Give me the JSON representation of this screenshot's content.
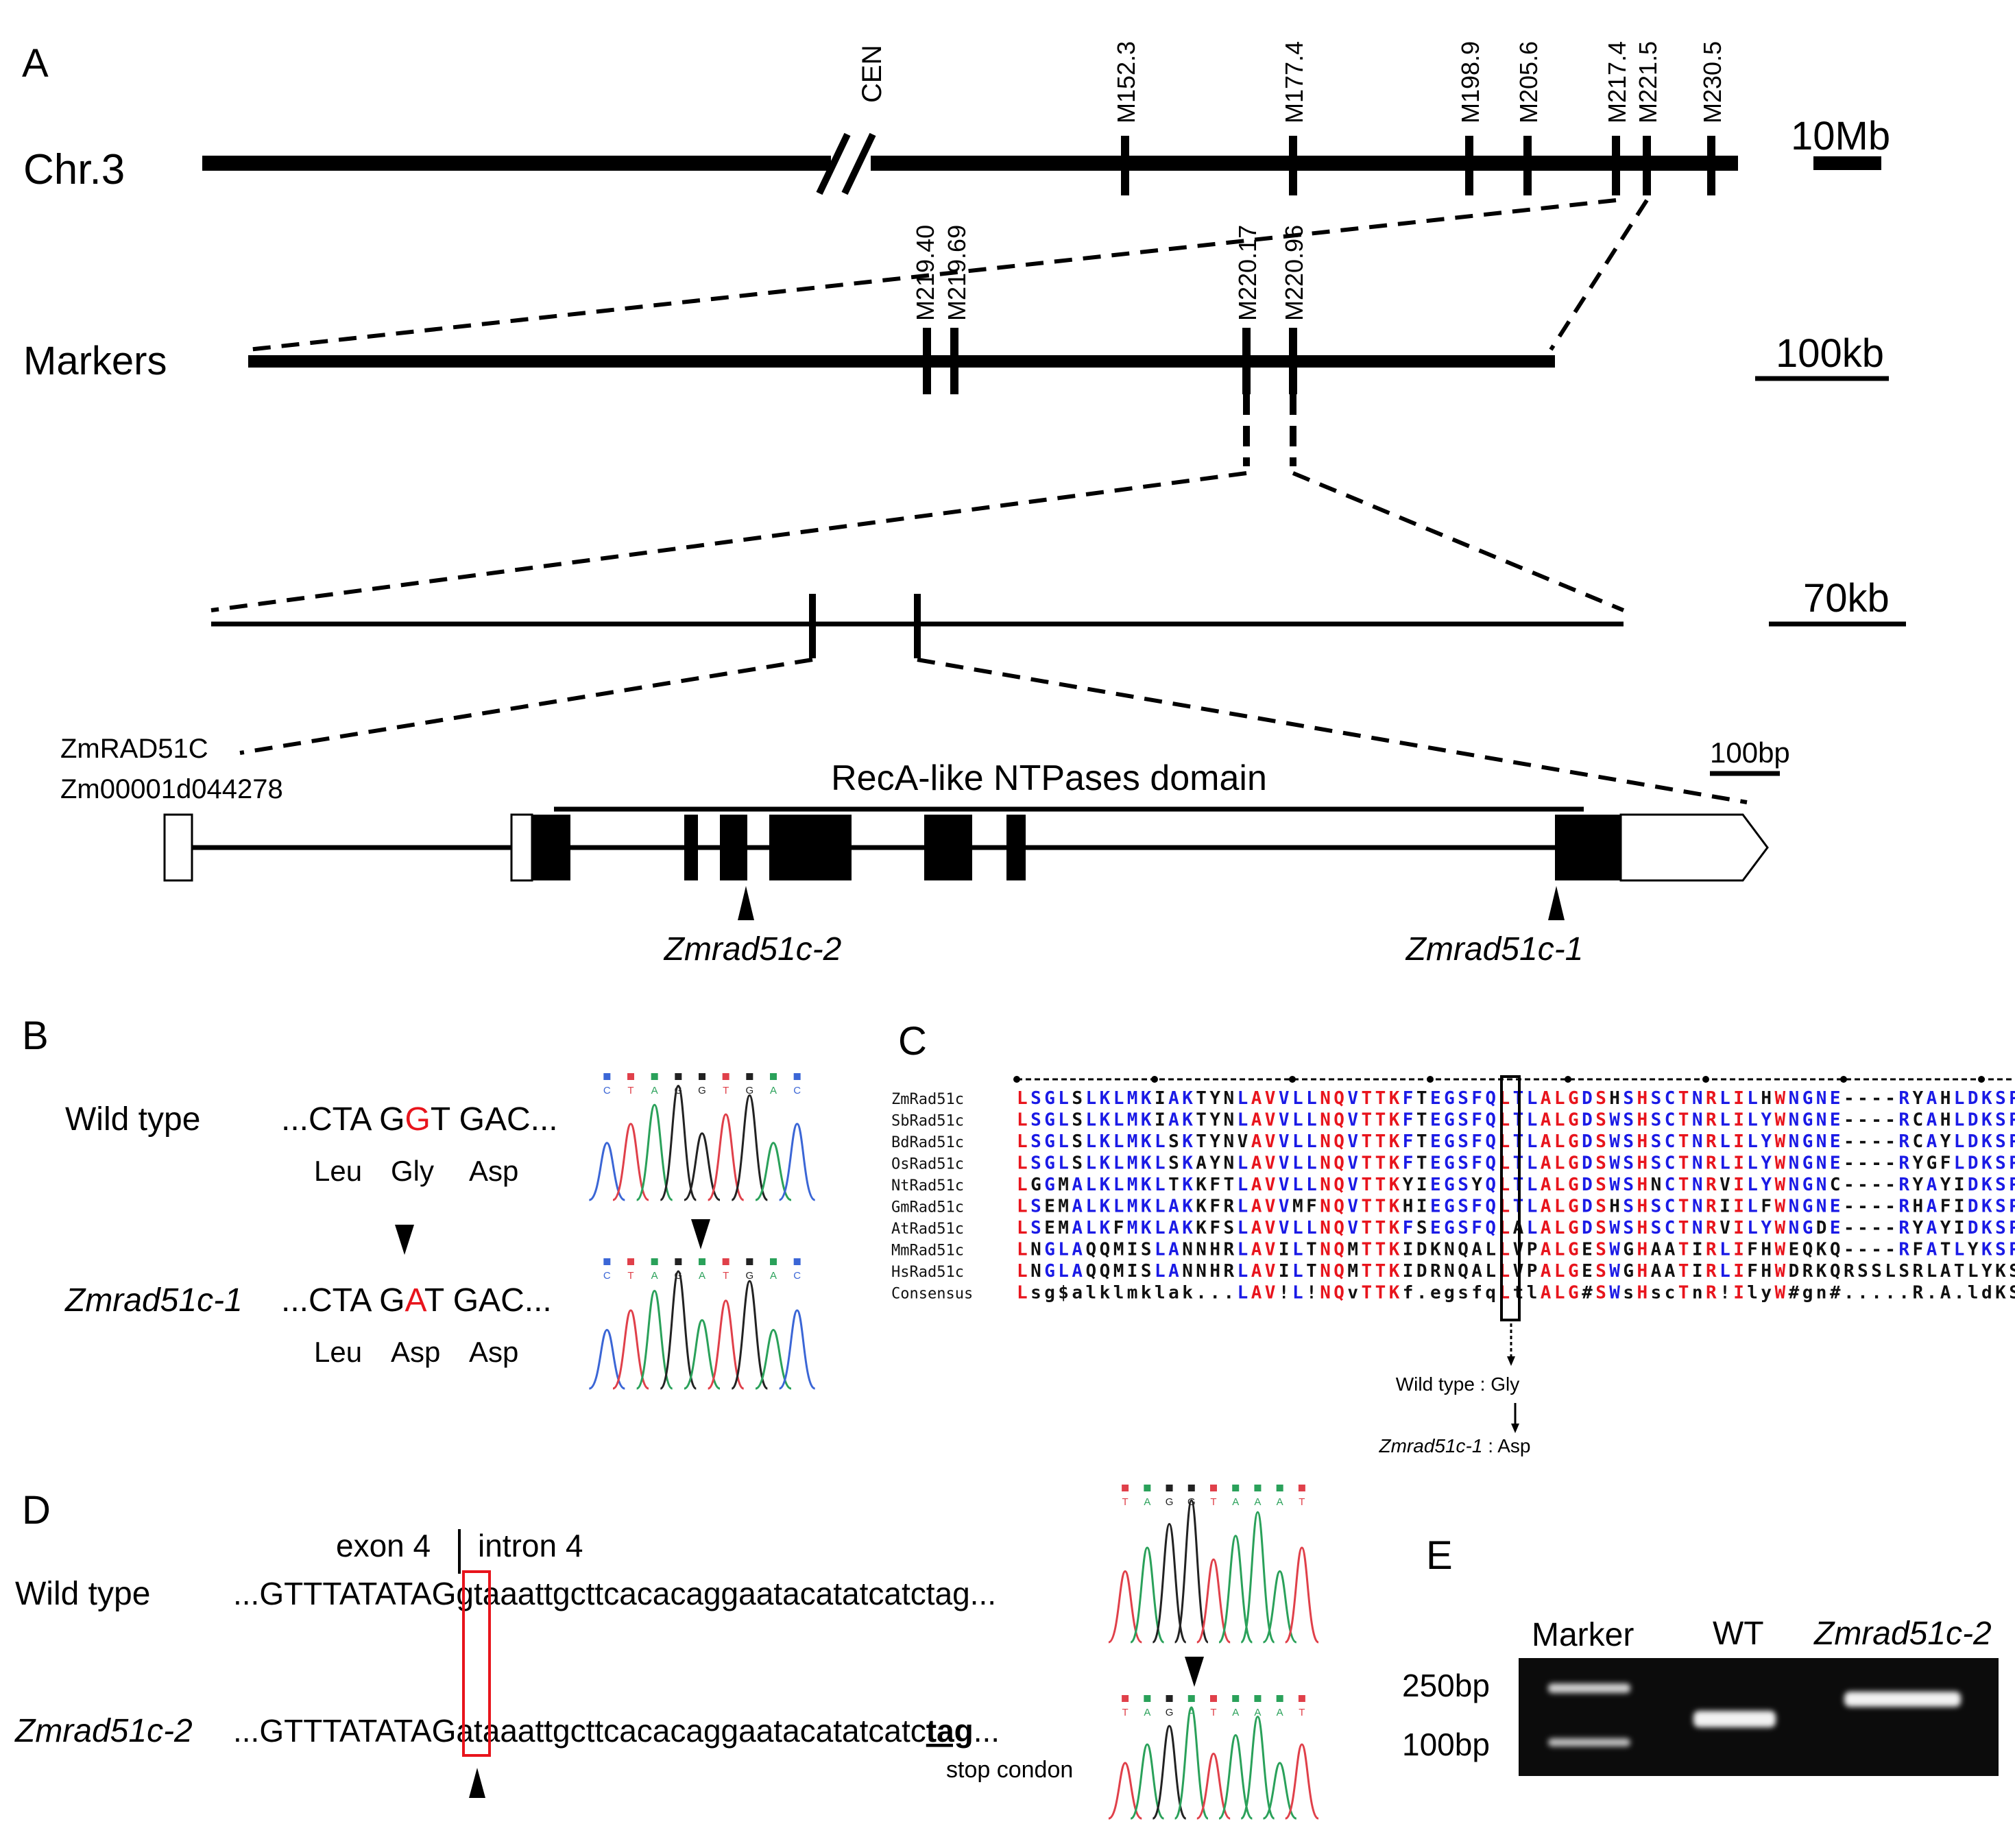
{
  "panels": {
    "a": "A",
    "b": "B",
    "c": "C",
    "d": "D",
    "e": "E"
  },
  "panelA": {
    "chr_label": "Chr.3",
    "cen_label": "CEN",
    "chr_markers": [
      "M152.3",
      "M177.4",
      "M198.9",
      "M205.6",
      "M217.4",
      "M221.5",
      "M230.5"
    ],
    "scale_chr": "10Mb",
    "markers_label": "Markers",
    "fine_markers": [
      "M219.40",
      "M219.69",
      "M220.17",
      "M220.96"
    ],
    "scale_markers": "100kb",
    "scale_region": "70kb",
    "gene_name": "ZmRAD51C",
    "gene_id": "Zm00001d044278",
    "scale_gene": "100bp",
    "domain_label": "RecA-like NTPases domain",
    "allele2": "Zmrad51c-2",
    "allele1": "Zmrad51c-1"
  },
  "panelB": {
    "wt_label": "Wild type",
    "mut_label": "Zmrad51c-1",
    "wt_prefix": "...CTA G",
    "wt_snp": "G",
    "wt_suffix": "T GAC...",
    "mut_prefix": "...CTA G",
    "mut_snp": "A",
    "mut_suffix": "T GAC...",
    "wt_aa": [
      "Leu",
      "Gly",
      "Asp"
    ],
    "mut_aa": [
      "Leu",
      "Asp",
      "Asp"
    ],
    "wt_trace_bases": [
      "C",
      "T",
      "A",
      "G",
      "G",
      "T",
      "G",
      "A",
      "C"
    ],
    "mut_trace_bases": [
      "C",
      "T",
      "A",
      "G",
      "A",
      "T",
      "G",
      "A",
      "C"
    ],
    "snp_color": "#e8141c"
  },
  "panelC": {
    "rows": [
      {
        "name": "ZmRad51c",
        "seq": "LSGLSLKLMKIAKTYNLAVVLLNQVTTKFTEGSFQLTLALGDSHSHSCTNRLILHWNGNE----RYAHLDKSPSLP"
      },
      {
        "name": "SbRad51c",
        "seq": "LSGLSLKLMKIAKTYNLAVVLLNQVTTKFTEGSFQLTLALGDSWSHSCTNRLILYWNGNE----RCAHLDKSPSLP"
      },
      {
        "name": "BdRad51c",
        "seq": "LSGLSLKLMKLSKTYNVAVVLLNQVTTKFTEGSFQLTLALGDSWSHSCTNRLILYWNGNE----RCAYLDKSPSLP"
      },
      {
        "name": "OsRad51c",
        "seq": "LSGLSLKLMKLSKAYNLAVVLLNQVTTKFTEGSFQLTLALGDSWSHSCTNRLILYWNGNE----RYGFLDKSPSLP"
      },
      {
        "name": "NtRad51c",
        "seq": "LGGMALKLMKLTKKFTLAVVLLNQVTTKYIEGSYQLTLALGDSWSHNCTNRVILYWNGNC----RYAYIDKSPSVR"
      },
      {
        "name": "GmRad51c",
        "seq": "LSEMALKLMKLAKKFRLAVVMFNQVTTKHIEGSFQLTLALGDSHSHSCTNRIILFWNGNE----RHAFIDKSPSLK"
      },
      {
        "name": "AtRad51c",
        "seq": "LSEMALKFMKLAKKFSLAVVLLNQVTTKFSEGSFQLALALGDSWSHSCTNRVILYWNGDE----RYAYIDKSPSLP"
      },
      {
        "name": "MmRad51c",
        "seq": "LNGLAQQMISLANNHRLAVILTNQMTTKIDKNQALLVPALGESWGHAATIRLIFHWEQKQ----RFATLYKSPSQK"
      },
      {
        "name": "HsRad51c",
        "seq": "LNGLAQQMISLANNHRLAVILTNQMTTKIDRNQALLVPALGESWGHAATIRLIFHWDRKQRSSLSRLATLYKSPSQK"
      },
      {
        "name": "Consensus",
        "seq": "Lsg$alklmklak...LAV!L!NQvTTKf.egsfqLtlALG#SWsHscTnR!IlyW#gn#.....R.A.ldKSPSlp"
      }
    ],
    "wt_arrow_label": "Wild type : Gly",
    "mut_arrow_label_italic": "Zmrad51c-1",
    "mut_arrow_label_rest": " : Asp",
    "red": "#e8141c",
    "blue": "#1a1ae6",
    "black": "#111111"
  },
  "panelD": {
    "exon_label": "exon 4",
    "intron_label": "intron 4",
    "wt_label": "Wild type",
    "mut_label": "Zmrad51c-2",
    "wt_exon": "...GTTTATATAG",
    "wt_snp": "g",
    "wt_intron": "taaattgcttcacacaggaatacatatcatctag...",
    "mut_exon": "...GTTTATATAG",
    "mut_snp": "a",
    "mut_intron": "taaattgcttcacacaggaatacatatcatc",
    "mut_stop": "tag",
    "mut_tail": "...",
    "stop_label": "stop condon",
    "wt_trace_bases": [
      "T",
      "A",
      "G",
      "G",
      "T",
      "A",
      "A",
      "A",
      "T"
    ],
    "mut_trace_bases": [
      "T",
      "A",
      "G",
      "A",
      "T",
      "A",
      "A",
      "A",
      "T"
    ],
    "box_color": "#e8141c"
  },
  "panelE": {
    "lanes": [
      "Marker",
      "WT",
      "Zmrad51c-2"
    ],
    "ladder": [
      "250bp",
      "100bp"
    ]
  }
}
